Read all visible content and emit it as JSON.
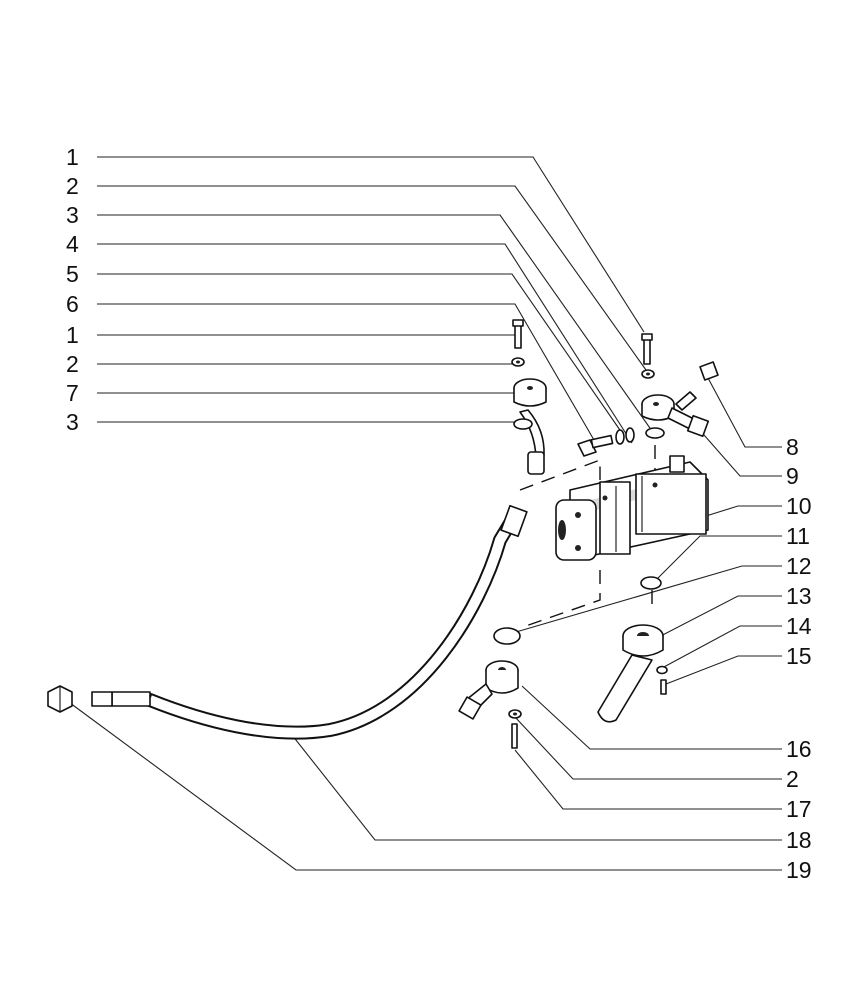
{
  "callouts": [
    {
      "id": "c1a",
      "label": "1"
    },
    {
      "id": "c2a",
      "label": "2"
    },
    {
      "id": "c3a",
      "label": "3"
    },
    {
      "id": "c4",
      "label": "4"
    },
    {
      "id": "c5",
      "label": "5"
    },
    {
      "id": "c6",
      "label": "6"
    },
    {
      "id": "c1b",
      "label": "1"
    },
    {
      "id": "c2b",
      "label": "2"
    },
    {
      "id": "c7",
      "label": "7"
    },
    {
      "id": "c3b",
      "label": "3"
    },
    {
      "id": "c8",
      "label": "8"
    },
    {
      "id": "c9",
      "label": "9"
    },
    {
      "id": "c10",
      "label": "10"
    },
    {
      "id": "c11",
      "label": "11"
    },
    {
      "id": "c12",
      "label": "12"
    },
    {
      "id": "c13",
      "label": "13"
    },
    {
      "id": "c14",
      "label": "14"
    },
    {
      "id": "c15",
      "label": "15"
    },
    {
      "id": "c16",
      "label": "16"
    },
    {
      "id": "c2c",
      "label": "2"
    },
    {
      "id": "c17",
      "label": "17"
    },
    {
      "id": "c18",
      "label": "18"
    },
    {
      "id": "c19",
      "label": "19"
    }
  ]
}
